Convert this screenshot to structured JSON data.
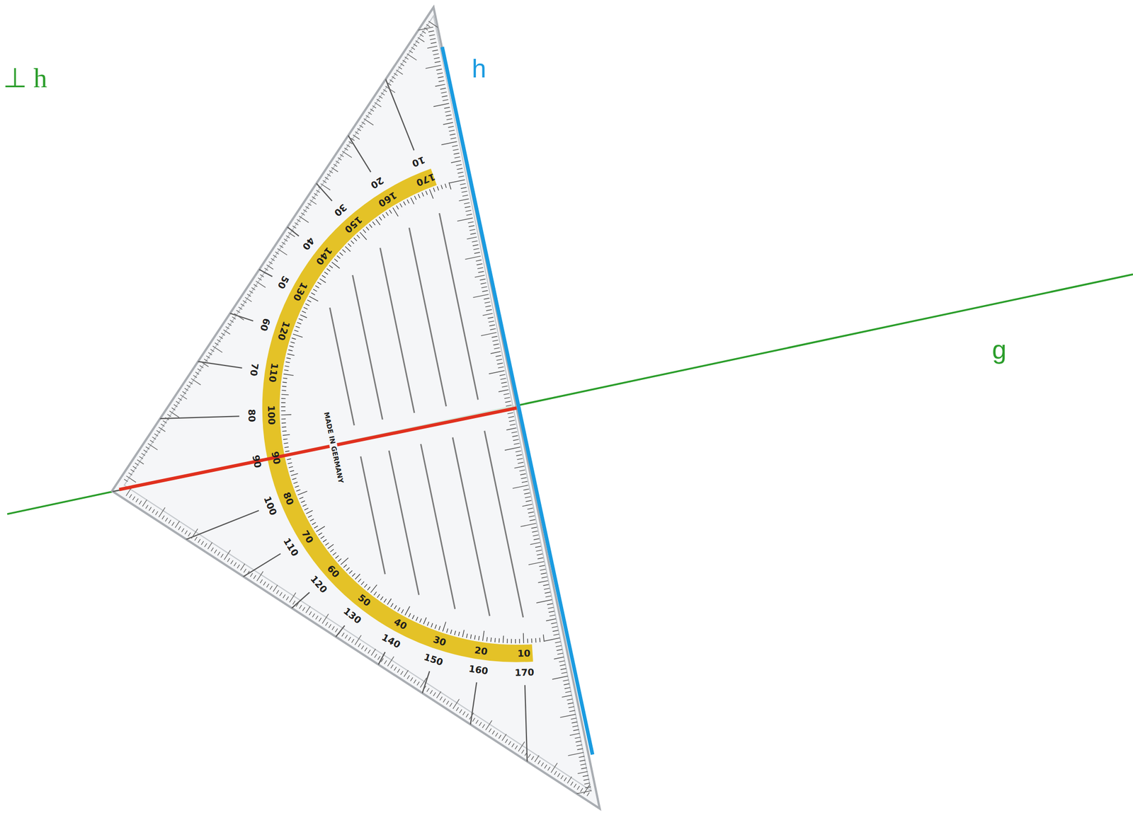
{
  "diagram": {
    "labels": [
      "⊥ h",
      "h",
      "g",
      "MADE IN GERMANY",
      "170",
      "160",
      "150",
      "140",
      "130",
      "120",
      "110",
      "100",
      "90",
      "80",
      "70",
      "60",
      "50",
      "40",
      "30",
      "20",
      "10",
      "10",
      "20",
      "30",
      "40",
      "50",
      "60",
      "70",
      "80",
      "90",
      "100",
      "110",
      "120",
      "130",
      "140",
      "150",
      "160",
      "170"
    ]
  }
}
